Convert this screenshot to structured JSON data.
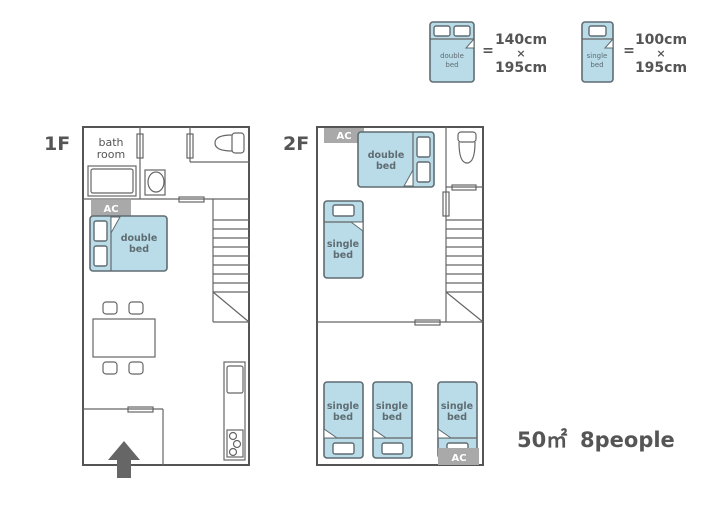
{
  "legend": {
    "double": {
      "label_1": "double",
      "label_2": "bed",
      "eq": "=",
      "width": "140cm",
      "times": "×",
      "length": "195cm"
    },
    "single": {
      "label_1": "single",
      "label_2": "bed",
      "eq": "=",
      "width": "100cm",
      "times": "×",
      "length": "195cm"
    }
  },
  "floor1": {
    "title": "1F",
    "bath_1": "bath",
    "bath_2": "room",
    "ac": "AC",
    "bed_1": "double",
    "bed_2": "bed"
  },
  "floor2": {
    "title": "2F",
    "ac_top": "AC",
    "ac_bottom": "AC",
    "double_1": "double",
    "double_2": "bed",
    "single_1": "single",
    "single_2": "bed"
  },
  "summary": {
    "area": "50㎡",
    "people": "8people"
  },
  "colors": {
    "bed": "#b9dce8",
    "ac": "#a9a9a9",
    "text": "#555555"
  }
}
